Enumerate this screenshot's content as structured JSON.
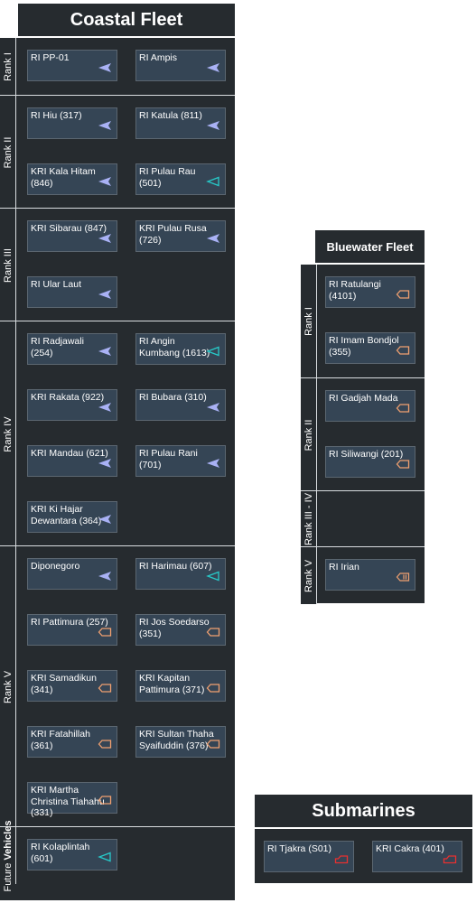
{
  "coastal": {
    "title": "Coastal Fleet",
    "ranks": [
      {
        "label": "Rank I",
        "cards": [
          {
            "name": "RI PP-01",
            "icon": "plane-icon",
            "color": "#a9b1f5"
          },
          {
            "name": "RI Ampis",
            "icon": "plane-icon",
            "color": "#a9b1f5"
          }
        ]
      },
      {
        "label": "Rank II",
        "cards": [
          {
            "name": "RI Hiu (317)",
            "icon": "plane-icon",
            "color": "#a9b1f5"
          },
          {
            "name": "RI Katula (811)",
            "icon": "plane-icon",
            "color": "#a9b1f5"
          },
          {
            "name": "KRI Kala Hitam (846)",
            "icon": "plane-icon",
            "color": "#a9b1f5"
          },
          {
            "name": "RI Pulau Rau (501)",
            "icon": "outline-triangle-icon",
            "color": "#27c9c9"
          }
        ]
      },
      {
        "label": "Rank III",
        "cards": [
          {
            "name": "KRI Sibarau (847)",
            "icon": "plane-icon",
            "color": "#a9b1f5"
          },
          {
            "name": "KRI Pulau Rusa (726)",
            "icon": "plane-icon",
            "color": "#a9b1f5"
          },
          {
            "name": "RI Ular Laut",
            "icon": "plane-icon",
            "color": "#a9b1f5"
          }
        ]
      },
      {
        "label": "Rank IV",
        "cards": [
          {
            "name": "RI Radjawali (254)",
            "icon": "plane-icon",
            "color": "#a9b1f5"
          },
          {
            "name": "RI Angin Kumbang (1613)",
            "icon": "outline-triangle-icon",
            "color": "#27c9c9"
          },
          {
            "name": "KRI Rakata (922)",
            "icon": "plane-icon",
            "color": "#a9b1f5"
          },
          {
            "name": "RI Bubara (310)",
            "icon": "plane-icon",
            "color": "#a9b1f5"
          },
          {
            "name": "KRI Mandau (621)",
            "icon": "plane-icon",
            "color": "#a9b1f5"
          },
          {
            "name": "RI Pulau Rani (701)",
            "icon": "plane-icon",
            "color": "#a9b1f5"
          },
          {
            "name": "KRI Ki Hajar Dewantara (364)",
            "icon": "plane-icon",
            "color": "#a9b1f5"
          }
        ]
      },
      {
        "label": "Rank V",
        "cards": [
          {
            "name": "Diponegoro",
            "icon": "plane-icon",
            "color": "#a9b1f5"
          },
          {
            "name": "RI Harimau (607)",
            "icon": "outline-triangle-icon",
            "color": "#27c9c9"
          },
          {
            "name": "RI Pattimura (257)",
            "icon": "ship-icon",
            "color": "#f0a070"
          },
          {
            "name": "RI Jos Soedarso (351)",
            "icon": "ship-icon",
            "color": "#f0a070"
          },
          {
            "name": "KRI Samadikun (341)",
            "icon": "ship-icon",
            "color": "#f0a070"
          },
          {
            "name": "KRI Kapitan Pattimura (371)",
            "icon": "ship-icon",
            "color": "#f0a070"
          },
          {
            "name": "KRI Fatahillah (361)",
            "icon": "ship-icon",
            "color": "#f0a070"
          },
          {
            "name": "KRI Sultan Thaha Syaifuddin (376)",
            "icon": "ship-icon",
            "color": "#f0a070"
          },
          {
            "name": "KRI Martha Christina Tiahahu (331)",
            "icon": "ship-icon",
            "color": "#f0a070"
          }
        ]
      },
      {
        "label_prefix": "Future ",
        "label": "Vehicles",
        "cards": [
          {
            "name": "RI Kolaplintah (601)",
            "icon": "outline-triangle-icon",
            "color": "#27c9c9"
          }
        ]
      }
    ]
  },
  "bluewater": {
    "title": "Bluewater Fleet",
    "ranks": [
      {
        "label": "Rank I",
        "cards": [
          {
            "name": "RI Ratulangi (4101)",
            "icon": "ship-icon",
            "color": "#f0a070"
          },
          {
            "name": "RI Imam Bondjol (355)",
            "icon": "ship-icon",
            "color": "#f0a070"
          }
        ]
      },
      {
        "label": "Rank II",
        "cards": [
          {
            "name": "RI Gadjah Mada",
            "icon": "ship-icon",
            "color": "#f0a070"
          },
          {
            "name": "RI Siliwangi (201)",
            "icon": "ship-icon",
            "color": "#f0a070"
          }
        ]
      },
      {
        "label": "Rank III - IV",
        "cards": []
      },
      {
        "label": "Rank V",
        "cards": [
          {
            "name": "RI Irian",
            "icon": "cruiser-icon",
            "color": "#f0a070"
          }
        ]
      }
    ]
  },
  "submarines": {
    "title": "Submarines",
    "cards": [
      {
        "name": "RI Tjakra (S01)",
        "icon": "submarine-icon",
        "color": "#e83030"
      },
      {
        "name": "KRI Cakra (401)",
        "icon": "submarine-icon",
        "color": "#e83030"
      }
    ]
  }
}
